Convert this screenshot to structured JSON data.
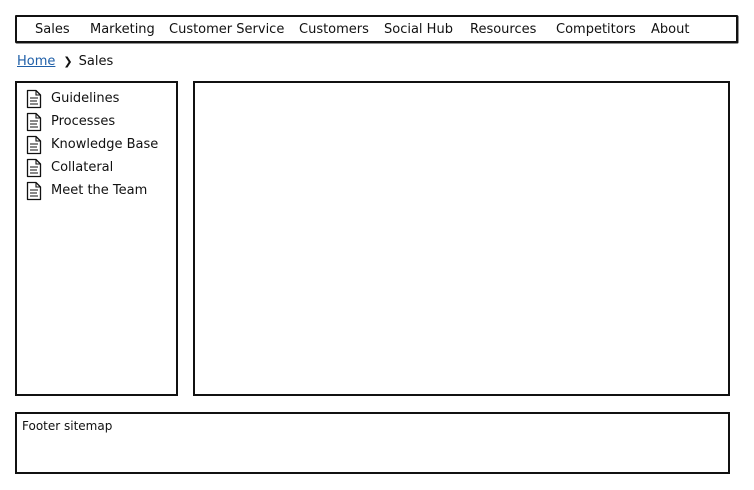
{
  "nav": {
    "items": [
      {
        "label": "Sales"
      },
      {
        "label": "Marketing"
      },
      {
        "label": "Customer Service"
      },
      {
        "label": "Customers"
      },
      {
        "label": "Social Hub"
      },
      {
        "label": "Resources"
      },
      {
        "label": "Competitors"
      },
      {
        "label": "About"
      }
    ]
  },
  "breadcrumb": {
    "home": "Home",
    "separator_icon": "chevron-right-icon",
    "current": "Sales"
  },
  "sidebar": {
    "item_icon": "document-icon",
    "items": [
      {
        "label": "Guidelines"
      },
      {
        "label": "Processes"
      },
      {
        "label": "Knowledge Base"
      },
      {
        "label": "Collateral"
      },
      {
        "label": "Meet the Team"
      }
    ]
  },
  "footer": {
    "text": "Footer sitemap"
  }
}
